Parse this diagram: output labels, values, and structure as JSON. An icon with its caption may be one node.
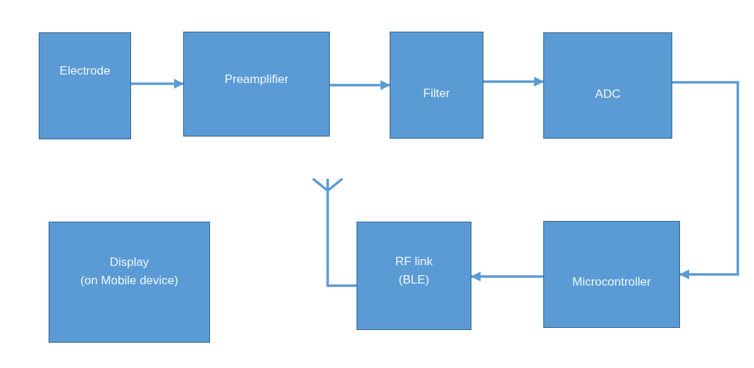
{
  "diagram": {
    "nodes": [
      {
        "text": [
          "Electrode"
        ]
      },
      {
        "text": [
          "Preamplifier"
        ]
      },
      {
        "text": [
          "Filter"
        ]
      },
      {
        "text": [
          "ADC"
        ]
      },
      {
        "text": [],
        "shape": "antenna"
      },
      {
        "text": [
          "Display (on Mobile device)"
        ]
      },
      {
        "text": [
          "RF link (BLE)"
        ]
      },
      {
        "text": [
          "Microcontroller"
        ]
      }
    ],
    "edges": [
      {
        "from": 0,
        "to": 1,
        "arrow": "to"
      },
      {
        "from": 1,
        "to": 2,
        "arrow": "to"
      },
      {
        "from": 2,
        "to": 3,
        "arrow": "to"
      },
      {
        "from": 3,
        "to": 7,
        "arrow": "to"
      },
      {
        "from": 7,
        "to": 6,
        "arrow": "to"
      },
      {
        "from": 6,
        "to": 4,
        "arrow": "none"
      }
    ]
  }
}
